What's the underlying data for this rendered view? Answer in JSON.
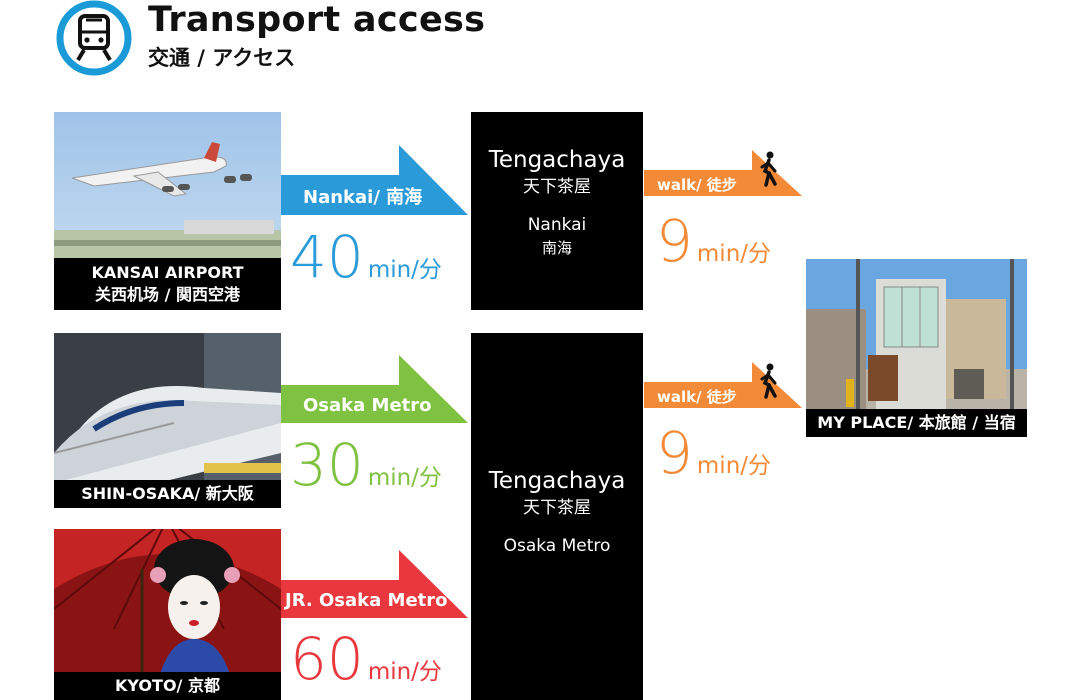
{
  "header": {
    "title": "Transport access",
    "subtitle": "交通 / アクセス",
    "icon": "train-icon",
    "accent": "#1a9ad6"
  },
  "origins": [
    {
      "caption_en": "KANSAI AIRPORT",
      "caption_ja": "关西机场 / 関西空港",
      "image": "airplane-photo"
    },
    {
      "caption": "SHIN-OSAKA/ 新大阪",
      "image": "bullet-train-photo"
    },
    {
      "caption": "KYOTO/ 京都",
      "image": "geisha-photo"
    }
  ],
  "routes": [
    {
      "label": "Nankai/ 南海",
      "minutes": "40",
      "unit": "min/分",
      "color": "#2a9ad8"
    },
    {
      "label": "Osaka Metro",
      "minutes": "30",
      "unit": "min/分",
      "color": "#7fc242"
    },
    {
      "label": "JR. Osaka Metro",
      "minutes": "60",
      "unit": "min/分",
      "color": "#e8383d"
    }
  ],
  "stations": [
    {
      "name": "Tengachaya",
      "name_ja": "天下茶屋",
      "line": "Nankai",
      "line_ja": "南海"
    },
    {
      "name": "Tengachaya",
      "name_ja": "天下茶屋",
      "line": "Osaka Metro"
    }
  ],
  "walks": [
    {
      "label": "walk/ 徒步",
      "minutes": "9",
      "unit": "min/分",
      "color": "#f28a37",
      "icon": "walking-person-icon"
    },
    {
      "label": "walk/ 徒步",
      "minutes": "9",
      "unit": "min/分",
      "color": "#f28a37",
      "icon": "walking-person-icon"
    }
  ],
  "destination": {
    "caption": "MY PLACE/ 本旅館 / 当宿",
    "image": "house-photo"
  }
}
